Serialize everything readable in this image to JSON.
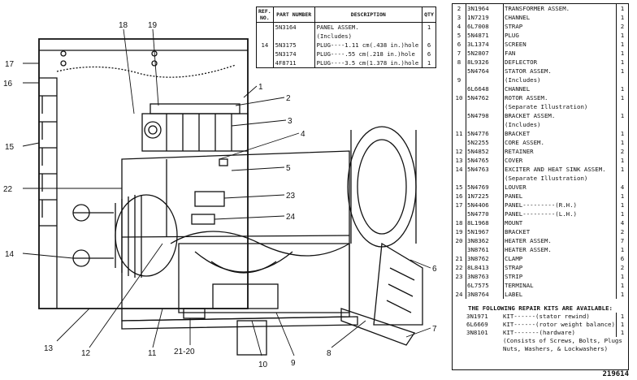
{
  "figure_number": "219614",
  "callouts": [
    "17",
    "16",
    "15",
    "22",
    "14",
    "13",
    "12",
    "11",
    "21-20",
    "10",
    "9",
    "8",
    "7",
    "6",
    "5",
    "4",
    "3",
    "2",
    "1",
    "18",
    "19",
    "23",
    "24"
  ],
  "top_table": {
    "headers": [
      "REF. NO.",
      "PART NUMBER",
      "DESCRIPTION",
      "QTY"
    ],
    "rows": [
      {
        "ref": "",
        "part": "5N3164",
        "desc": "PANEL ASSEM.",
        "qty": "1"
      },
      {
        "ref": "",
        "part": "",
        "desc": "(Includes)",
        "qty": ""
      },
      {
        "ref": "14",
        "part": "5N3175",
        "desc": "PLUG----1.11 cm(.438 in.)hole",
        "qty": "6"
      },
      {
        "ref": "",
        "part": "5N3174",
        "desc": "PLUG----.55 cm(.218 in.)hole",
        "qty": "6"
      },
      {
        "ref": "",
        "part": "4F8711",
        "desc": "PLUG----3.5 cm(1.378 in.)hole",
        "qty": "1"
      }
    ]
  },
  "parts_list": [
    {
      "ref": "2",
      "part": "3N1964",
      "desc": "TRANSFORMER ASSEM.",
      "qty": "1"
    },
    {
      "ref": "3",
      "part": "1N7219",
      "desc": "CHANNEL",
      "qty": "1"
    },
    {
      "ref": "4",
      "part": "6L7008",
      "desc": "STRAP",
      "qty": "2"
    },
    {
      "ref": "5",
      "part": "5N4871",
      "desc": "PLUG",
      "qty": "1"
    },
    {
      "ref": "6",
      "part": "3L1374",
      "desc": "SCREEN",
      "qty": "1"
    },
    {
      "ref": "7",
      "part": "5N2807",
      "desc": "FAN",
      "qty": "1"
    },
    {
      "ref": "8",
      "part": "8L9326",
      "desc": "DEFLECTOR",
      "qty": "1"
    },
    {
      "ref": "",
      "part": "5N4764",
      "desc": "STATOR ASSEM.",
      "qty": "1"
    },
    {
      "ref": "9",
      "part": "",
      "desc": "(Includes)",
      "qty": ""
    },
    {
      "ref": "",
      "part": "6L6648",
      "desc": "CHANNEL",
      "qty": "1"
    },
    {
      "ref": "10",
      "part": "5N4762",
      "desc": "ROTOR ASSEM.",
      "qty": "1"
    },
    {
      "ref": "",
      "part": "",
      "desc": "(Separate Illustration)",
      "qty": ""
    },
    {
      "ref": "",
      "part": "5N4798",
      "desc": "BRACKET ASSEM.",
      "qty": "1"
    },
    {
      "ref": "",
      "part": "",
      "desc": "(Includes)",
      "qty": ""
    },
    {
      "ref": "11",
      "part": "5N4776",
      "desc": "BRACKET",
      "qty": "1"
    },
    {
      "ref": "",
      "part": "5N2255",
      "desc": "CORE ASSEM.",
      "qty": "1"
    },
    {
      "ref": "12",
      "part": "5N4852",
      "desc": "RETAINER",
      "qty": "2"
    },
    {
      "ref": "13",
      "part": "5N4765",
      "desc": "COVER",
      "qty": "1"
    },
    {
      "ref": "14",
      "part": "5N4763",
      "desc": "EXCITER AND HEAT SINK ASSEM.",
      "qty": "1"
    },
    {
      "ref": "",
      "part": "",
      "desc": "(Separate Illustration)",
      "qty": ""
    },
    {
      "ref": "15",
      "part": "5N4769",
      "desc": "LOUVER",
      "qty": "4"
    },
    {
      "ref": "16",
      "part": "1N7225",
      "desc": "PANEL",
      "qty": "1"
    },
    {
      "ref": "17",
      "part": "5N4406",
      "desc": "PANEL---------(R.H.)",
      "qty": "1"
    },
    {
      "ref": "",
      "part": "5N4770",
      "desc": "PANEL---------(L.H.)",
      "qty": "1"
    },
    {
      "ref": "18",
      "part": "8L1968",
      "desc": "MOUNT",
      "qty": "4"
    },
    {
      "ref": "19",
      "part": "5N1967",
      "desc": "BRACKET",
      "qty": "2"
    },
    {
      "ref": "20",
      "part": "3N8362",
      "desc": "HEATER ASSEM.",
      "qty": "7"
    },
    {
      "ref": "",
      "part": "3N8761",
      "desc": "HEATER ASSEM.",
      "qty": "1"
    },
    {
      "ref": "21",
      "part": "3N8762",
      "desc": "CLAMP",
      "qty": "6"
    },
    {
      "ref": "22",
      "part": "8L8413",
      "desc": "STRAP",
      "qty": "2"
    },
    {
      "ref": "23",
      "part": "3N8763",
      "desc": "STRIP",
      "qty": "1"
    },
    {
      "ref": "",
      "part": "6L7575",
      "desc": "TERMINAL",
      "qty": "1"
    },
    {
      "ref": "24",
      "part": "3N8764",
      "desc": "LABEL",
      "qty": "1"
    }
  ],
  "repair_kits": {
    "title": "THE FOLLOWING REPAIR KITS ARE AVAILABLE:",
    "items": [
      {
        "part": "3N1971",
        "desc": "KIT------(stator rewind)",
        "qty": "1"
      },
      {
        "part": "6L6669",
        "desc": "KIT------(rotor weight balance)",
        "qty": "1"
      },
      {
        "part": "3N8101",
        "desc": "KIT-------(hardware)",
        "qty": "1"
      }
    ],
    "notes": [
      "(Consists of Screws, Bolts, Plugs",
      "Nuts, Washers, & Lockwashers)"
    ]
  }
}
